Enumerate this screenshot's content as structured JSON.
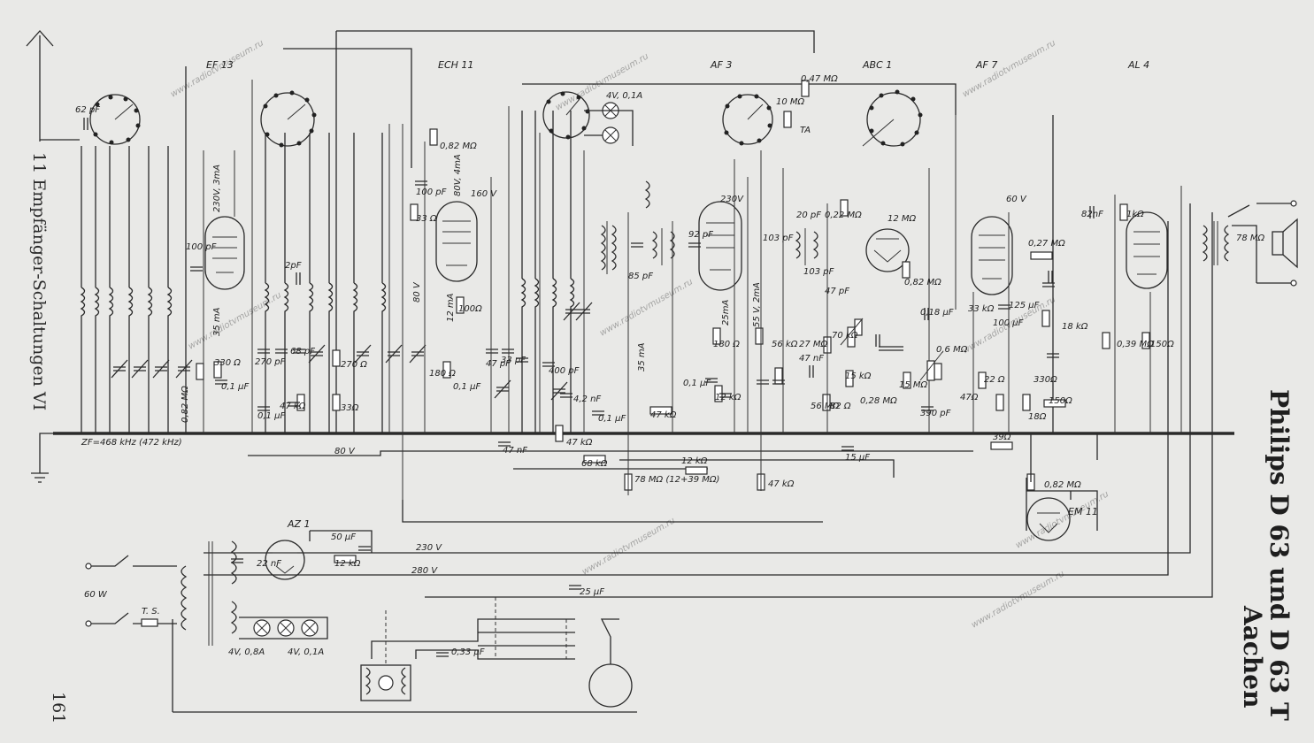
{
  "page": {
    "page_number": "161",
    "side_caption": "11 Empfänger-Schaltungen VI",
    "title_line1": "Philips D 63 und D 63 T",
    "title_line2": "Aachen",
    "watermark": "www.radiotvmuseum.ru"
  },
  "tubes": [
    {
      "id": "EF13",
      "label": "EF 13"
    },
    {
      "id": "ECH11",
      "label": "ECH 11"
    },
    {
      "id": "AF3",
      "label": "AF 3"
    },
    {
      "id": "ABC1",
      "label": "ABC 1"
    },
    {
      "id": "AF7",
      "label": "AF 7"
    },
    {
      "id": "AL4",
      "label": "AL 4"
    },
    {
      "id": "AZ1",
      "label": "AZ 1"
    },
    {
      "id": "EM11",
      "label": "EM 11"
    }
  ],
  "labels": {
    "zf": "ZF=468 kHz (472 kHz)",
    "v230": "230 V",
    "v280": "280 V",
    "v80a": "80 V",
    "v80b": "80 V",
    "v160": "160 V",
    "v60": "60 V",
    "ef13_anode": "230V, 3mA",
    "ech11_anode": "80V, 4mA",
    "af3_anode": "230V",
    "ef13_cur": "35 mA",
    "ech11_cur": "12 mA",
    "af3_cur": "25mA",
    "af3_cur2": "35 mA",
    "abc_v": "55 V, 2mA",
    "power": "60 W",
    "ts": "T. S.",
    "lamp1": "4V, 0,8A",
    "lamp2": "4V, 0,1A",
    "lamp3": "4V, 0,1A",
    "ta": "TA",
    "c50": "50 µF",
    "c25": "25 µF",
    "c033": "0,33 µF",
    "c22": "22 nF",
    "r12k": "12 kΩ",
    "r082a": "0,82 MΩ",
    "r082b": "0,82 MΩ",
    "r082c": "0,82 MΩ",
    "r082d": "0,82 MΩ",
    "r047": "0,47 MΩ",
    "r022": "0,22 MΩ",
    "r12m": "12 MΩ",
    "r027": "0,27 MΩ",
    "r039": "0,39 MΩ",
    "r1k": "1kΩ",
    "r150": "150Ω",
    "r18k": "18 kΩ",
    "r33": "33 Ω",
    "r100": "100Ω",
    "r180a": "180 Ω",
    "r180b": "180 Ω",
    "r47ka": "47 kΩ",
    "r47kb": "47 kΩ",
    "r47kc": "47 kΩ",
    "r47kd": "47 kΩ",
    "r68k": "68 kΩ",
    "r12kb": "12 kΩ",
    "r78m": "78 MΩ (12+39 MΩ)",
    "r330": "330 Ω",
    "r270": "270 Ω",
    "r33b": "33Ω",
    "r56k": "56 kΩ",
    "r27m": "27 MΩ",
    "r70k": "70 kΩ",
    "r15ma": "15 MΩ",
    "r06m": "0,6 MΩ",
    "r028m": "0,28 MΩ",
    "r56m": "56 MΩ",
    "r82": "82 Ω",
    "r15k": "15 kΩ",
    "r47o": "47Ω",
    "r22o": "22 Ω",
    "r39o": "39Ω",
    "r18o": "18Ω",
    "r330o": "330Ω",
    "r150o": "150Ω",
    "r33k": "33 kΩ",
    "r78m2": "78 MΩ",
    "c82nf": "82nF",
    "c01a": "0,1 µF",
    "c01b": "0,1 µF",
    "c01c": "0,1 µF",
    "c01d": "0,1 µF",
    "c01e": "0,1 µF",
    "c47nf": "47 nF",
    "c47nfb": "47 nF",
    "c18": "0,18 µF",
    "c15": "15 µF",
    "c390": "390 pF",
    "c100": "100 pF",
    "c100b": "100 pF",
    "c2p": "2pF",
    "c20p": "20 pF",
    "c103": "103 pF",
    "c103b": "103 pF",
    "c47p": "47 pF",
    "c92": "92 pF",
    "c85": "85 pF",
    "c400": "400 pF",
    "c42": "4,2 nF",
    "c125": "125 µF",
    "c100u": "100 µF",
    "c62": "62 pF",
    "c33p": "33 pF",
    "c47pb": "47 pF",
    "c270p": "270 pF",
    "c68p": "68 pF",
    "r10m": "10 MΩ",
    "r12k2": "12 kΩ"
  }
}
